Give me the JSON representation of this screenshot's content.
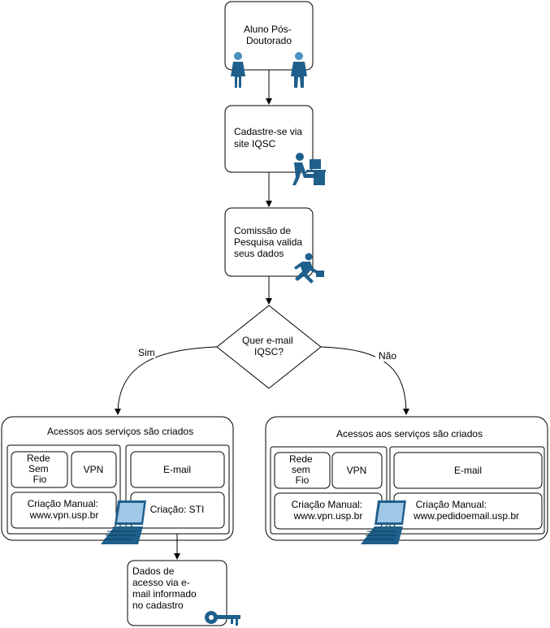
{
  "nodes": {
    "aluno": [
      "Aluno Pós-",
      "Doutorado"
    ],
    "cadastre": [
      "Cadastre-se via",
      "site IQSC"
    ],
    "comissao": [
      "Comissão de",
      "Pesquisa valida",
      "seus dados"
    ],
    "decisao": [
      "Quer e-mail",
      "IQSC?"
    ],
    "dados": [
      "Dados de",
      "acesso via e-",
      "mail informado",
      "no cadastro"
    ]
  },
  "edges": {
    "sim": "Sim",
    "nao": "Não"
  },
  "left_panel": {
    "title": "Acessos aos serviços são criados",
    "rede": [
      "Rede",
      "Sem",
      "Fio"
    ],
    "vpn": "VPN",
    "email": "E-mail",
    "criacao_manual": [
      "Criação Manual:",
      "www.vpn.usp.br"
    ],
    "criacao_sti": "Criação: STI"
  },
  "right_panel": {
    "title": "Acessos aos serviços são criados",
    "rede": [
      "Rede",
      "sem",
      "Fio"
    ],
    "vpn": "VPN",
    "email": "E-mail",
    "criacao_manual": [
      "Criação Manual:",
      "www.vpn.usp.br"
    ],
    "criacao_email": [
      "Criação Manual:",
      "www.pedidoemail.usp.br"
    ]
  },
  "icons": {
    "people": "people-icon",
    "computer_user": "computer-user-icon",
    "running_man": "running-man-icon",
    "laptop": "laptop-icon",
    "key": "key-icon"
  },
  "colors": {
    "icon": "#1f5f8b",
    "stroke": "#000000"
  }
}
